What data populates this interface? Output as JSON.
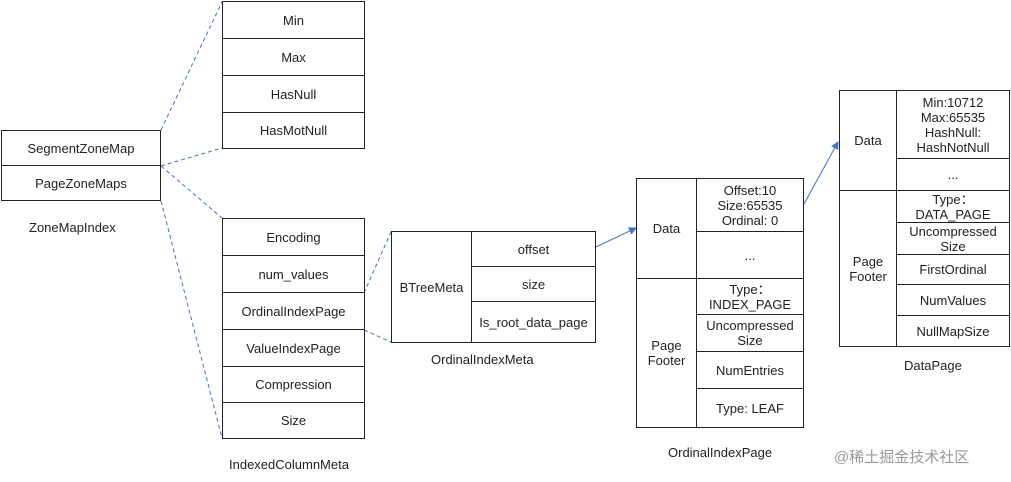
{
  "zone_map_index": {
    "rows": [
      "SegmentZoneMap",
      "PageZoneMaps"
    ],
    "caption": "ZoneMapIndex"
  },
  "zone_map": {
    "rows": [
      "Min",
      "Max",
      "HasNull",
      "HasMotNull"
    ]
  },
  "indexed_column_meta": {
    "rows": [
      "Encoding",
      "num_values",
      "OrdinalIndexPage",
      "ValueIndexPage",
      "Compression",
      "Size"
    ],
    "caption": "IndexedColumnMeta"
  },
  "ordinal_index_meta": {
    "left_label": "BTreeMeta",
    "rows": [
      "offset",
      "size",
      "Is_root_data_page"
    ],
    "caption": "OrdinalIndexMeta"
  },
  "ordinal_index_page": {
    "data_label": "Data",
    "data_rows": [
      "Offset:10\nSize:65535\nOrdinal: 0",
      "..."
    ],
    "footer_label": "Page\nFooter",
    "footer_rows": [
      "Type：\nINDEX_PAGE",
      "Uncompressed\nSize",
      "NumEntries",
      "Type: LEAF"
    ],
    "caption": "OrdinalIndexPage"
  },
  "data_page": {
    "data_label": "Data",
    "data_rows": [
      "Min:10712\nMax:65535\nHashNull:\nHashNotNull",
      "..."
    ],
    "footer_label": "Page\nFooter",
    "footer_rows": [
      "Type：\nDATA_PAGE",
      "Uncompressed\nSize",
      "FirstOrdinal",
      "NumValues",
      "NullMapSize"
    ],
    "caption": "DataPage"
  },
  "watermark": "@稀土掘金技术社区",
  "colors": {
    "dashed_line": "#4472c4",
    "arrow": "#4472c4",
    "border": "#222222"
  }
}
